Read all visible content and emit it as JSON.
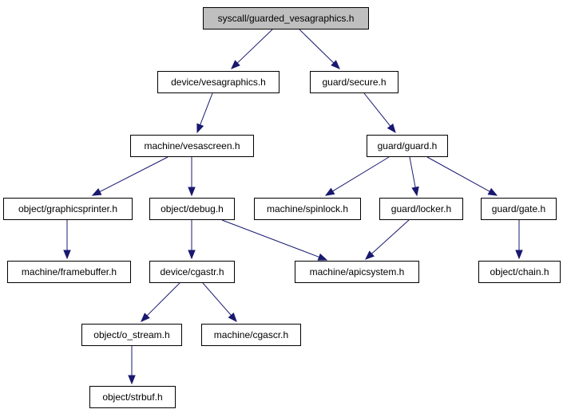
{
  "colors": {
    "edge": "#191970",
    "node_fill": "#ffffff",
    "root_fill": "#bfbfbf",
    "border": "#000000",
    "background": "#ffffff"
  },
  "nodes": [
    {
      "id": "n_root",
      "label": "syscall/guarded_vesagraphics.h",
      "root": true
    },
    {
      "id": "n_vesagraphics",
      "label": "device/vesagraphics.h"
    },
    {
      "id": "n_secure",
      "label": "guard/secure.h"
    },
    {
      "id": "n_vesascreen",
      "label": "machine/vesascreen.h"
    },
    {
      "id": "n_guard",
      "label": "guard/guard.h"
    },
    {
      "id": "n_graphicsprinter",
      "label": "object/graphicsprinter.h"
    },
    {
      "id": "n_debug",
      "label": "object/debug.h"
    },
    {
      "id": "n_spinlock",
      "label": "machine/spinlock.h"
    },
    {
      "id": "n_locker",
      "label": "guard/locker.h"
    },
    {
      "id": "n_gate",
      "label": "guard/gate.h"
    },
    {
      "id": "n_framebuffer",
      "label": "machine/framebuffer.h"
    },
    {
      "id": "n_cgastr",
      "label": "device/cgastr.h"
    },
    {
      "id": "n_apicsystem",
      "label": "machine/apicsystem.h"
    },
    {
      "id": "n_chain",
      "label": "object/chain.h"
    },
    {
      "id": "n_o_stream",
      "label": "object/o_stream.h"
    },
    {
      "id": "n_cgascr",
      "label": "machine/cgascr.h"
    },
    {
      "id": "n_strbuf",
      "label": "object/strbuf.h"
    }
  ],
  "edges": [
    {
      "from": "n_root",
      "to": "n_vesagraphics"
    },
    {
      "from": "n_root",
      "to": "n_secure"
    },
    {
      "from": "n_vesagraphics",
      "to": "n_vesascreen"
    },
    {
      "from": "n_secure",
      "to": "n_guard"
    },
    {
      "from": "n_vesascreen",
      "to": "n_graphicsprinter"
    },
    {
      "from": "n_vesascreen",
      "to": "n_debug"
    },
    {
      "from": "n_guard",
      "to": "n_spinlock"
    },
    {
      "from": "n_guard",
      "to": "n_locker"
    },
    {
      "from": "n_guard",
      "to": "n_gate"
    },
    {
      "from": "n_graphicsprinter",
      "to": "n_framebuffer"
    },
    {
      "from": "n_debug",
      "to": "n_cgastr"
    },
    {
      "from": "n_debug",
      "to": "n_apicsystem"
    },
    {
      "from": "n_locker",
      "to": "n_apicsystem"
    },
    {
      "from": "n_gate",
      "to": "n_chain"
    },
    {
      "from": "n_cgastr",
      "to": "n_o_stream"
    },
    {
      "from": "n_cgastr",
      "to": "n_cgascr"
    },
    {
      "from": "n_o_stream",
      "to": "n_strbuf"
    }
  ]
}
